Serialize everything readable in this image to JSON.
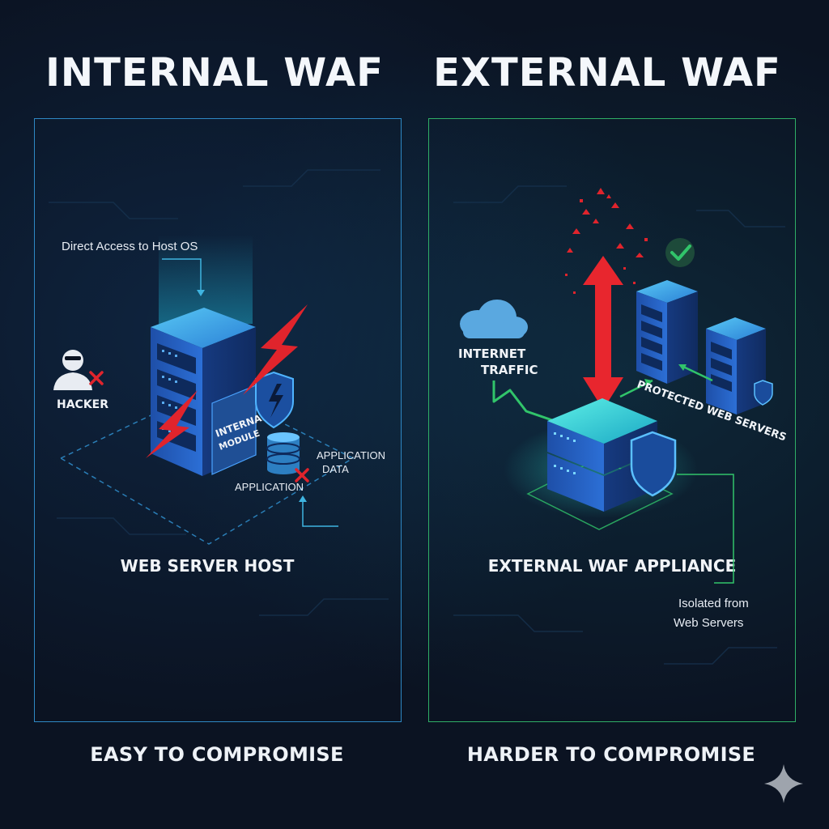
{
  "left": {
    "title": "INTERNAL WAF",
    "caption": "EASY TO COMPROMISE",
    "labels": {
      "direct_access": "Direct Access to Host OS",
      "hacker": "HACKER",
      "internal_module_line1": "INTERNAL",
      "internal_module_line2": "MODULE",
      "application_data_line1": "APPLICATION",
      "application_data_line2": "DATA",
      "application": "APPLICATION",
      "web_server_host": "WEB SERVER HOST"
    }
  },
  "right": {
    "title": "EXTERNAL WAF",
    "caption": "HARDER TO COMPROMISE",
    "labels": {
      "internet_line1": "INTERNET",
      "internet_line2": "TRAFFIC",
      "protected_web_servers": "PROTECTED WEB SERVERS",
      "external_waf_appliance": "EXTERNAL WAF APPLIANCE",
      "isolated_line1": "Isolated from",
      "isolated_line2": "Web Servers"
    }
  },
  "colors": {
    "left_border": "#2e88c4",
    "right_border": "#2fae66",
    "threat": "#e0242c",
    "server_blue": "#2a64c8",
    "accent_cyan": "#3fd6e6",
    "safe_green": "#31c46a"
  },
  "icons": [
    "hacker-icon",
    "lightning-icon",
    "shield-icon",
    "database-icon",
    "cloud-icon",
    "check-icon",
    "x-icon",
    "sparkle-icon"
  ]
}
